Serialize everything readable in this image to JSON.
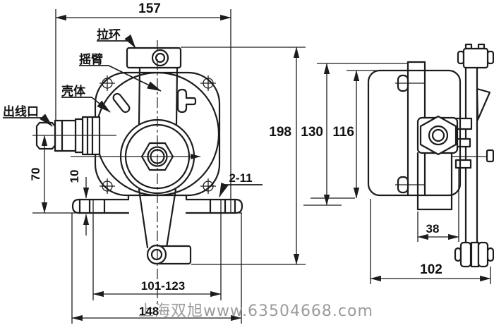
{
  "drawing": {
    "front_view": {
      "labels": {
        "pull_ring": "拉环",
        "rocker_arm": "摇臂",
        "housing": "壳体",
        "cable_outlet": "出线口"
      },
      "dimensions": {
        "top_width": "157",
        "overall_height": "198",
        "outlet_height": "70",
        "foot_thickness": "10",
        "mounting_holes": "2-11",
        "hole_spacing": "101-123",
        "base_width": "148"
      }
    },
    "side_view": {
      "dimensions": {
        "bracket_height": "130",
        "body_height": "116",
        "foot_depth": "38",
        "overall_depth": "102"
      }
    },
    "watermark": {
      "text": "上海双旭www.63504668.com"
    }
  }
}
